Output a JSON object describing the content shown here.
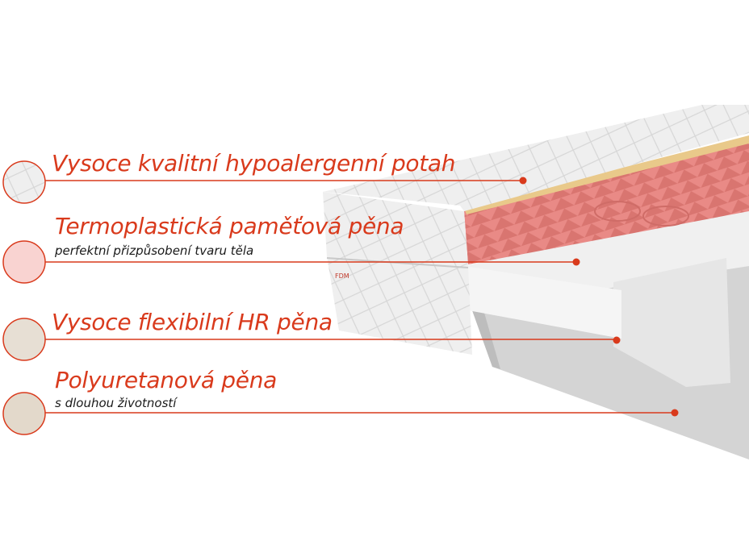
{
  "brand_logo": "FDM",
  "colors": {
    "accent": "#d93a1c",
    "cover": "#ececec",
    "memory_foam": "#e98a86",
    "hr_foam": "#e7dfd4",
    "pu_foam": "#e3d9cb"
  },
  "layers": [
    {
      "title": "Vysoce kvalitní hypoalergenní potah",
      "subtitle": null,
      "swatch": "quilted-cover-swatch"
    },
    {
      "title": "Termoplastická paměťová pěna",
      "subtitle": "perfektní přizpůsobení tvaru těla",
      "swatch": "memory-foam-swatch"
    },
    {
      "title": "Vysoce flexibilní HR pěna",
      "subtitle": null,
      "swatch": "hr-foam-swatch"
    },
    {
      "title": "Polyuretanová pěna",
      "subtitle": "s dlouhou životností",
      "swatch": "pu-foam-swatch"
    }
  ]
}
